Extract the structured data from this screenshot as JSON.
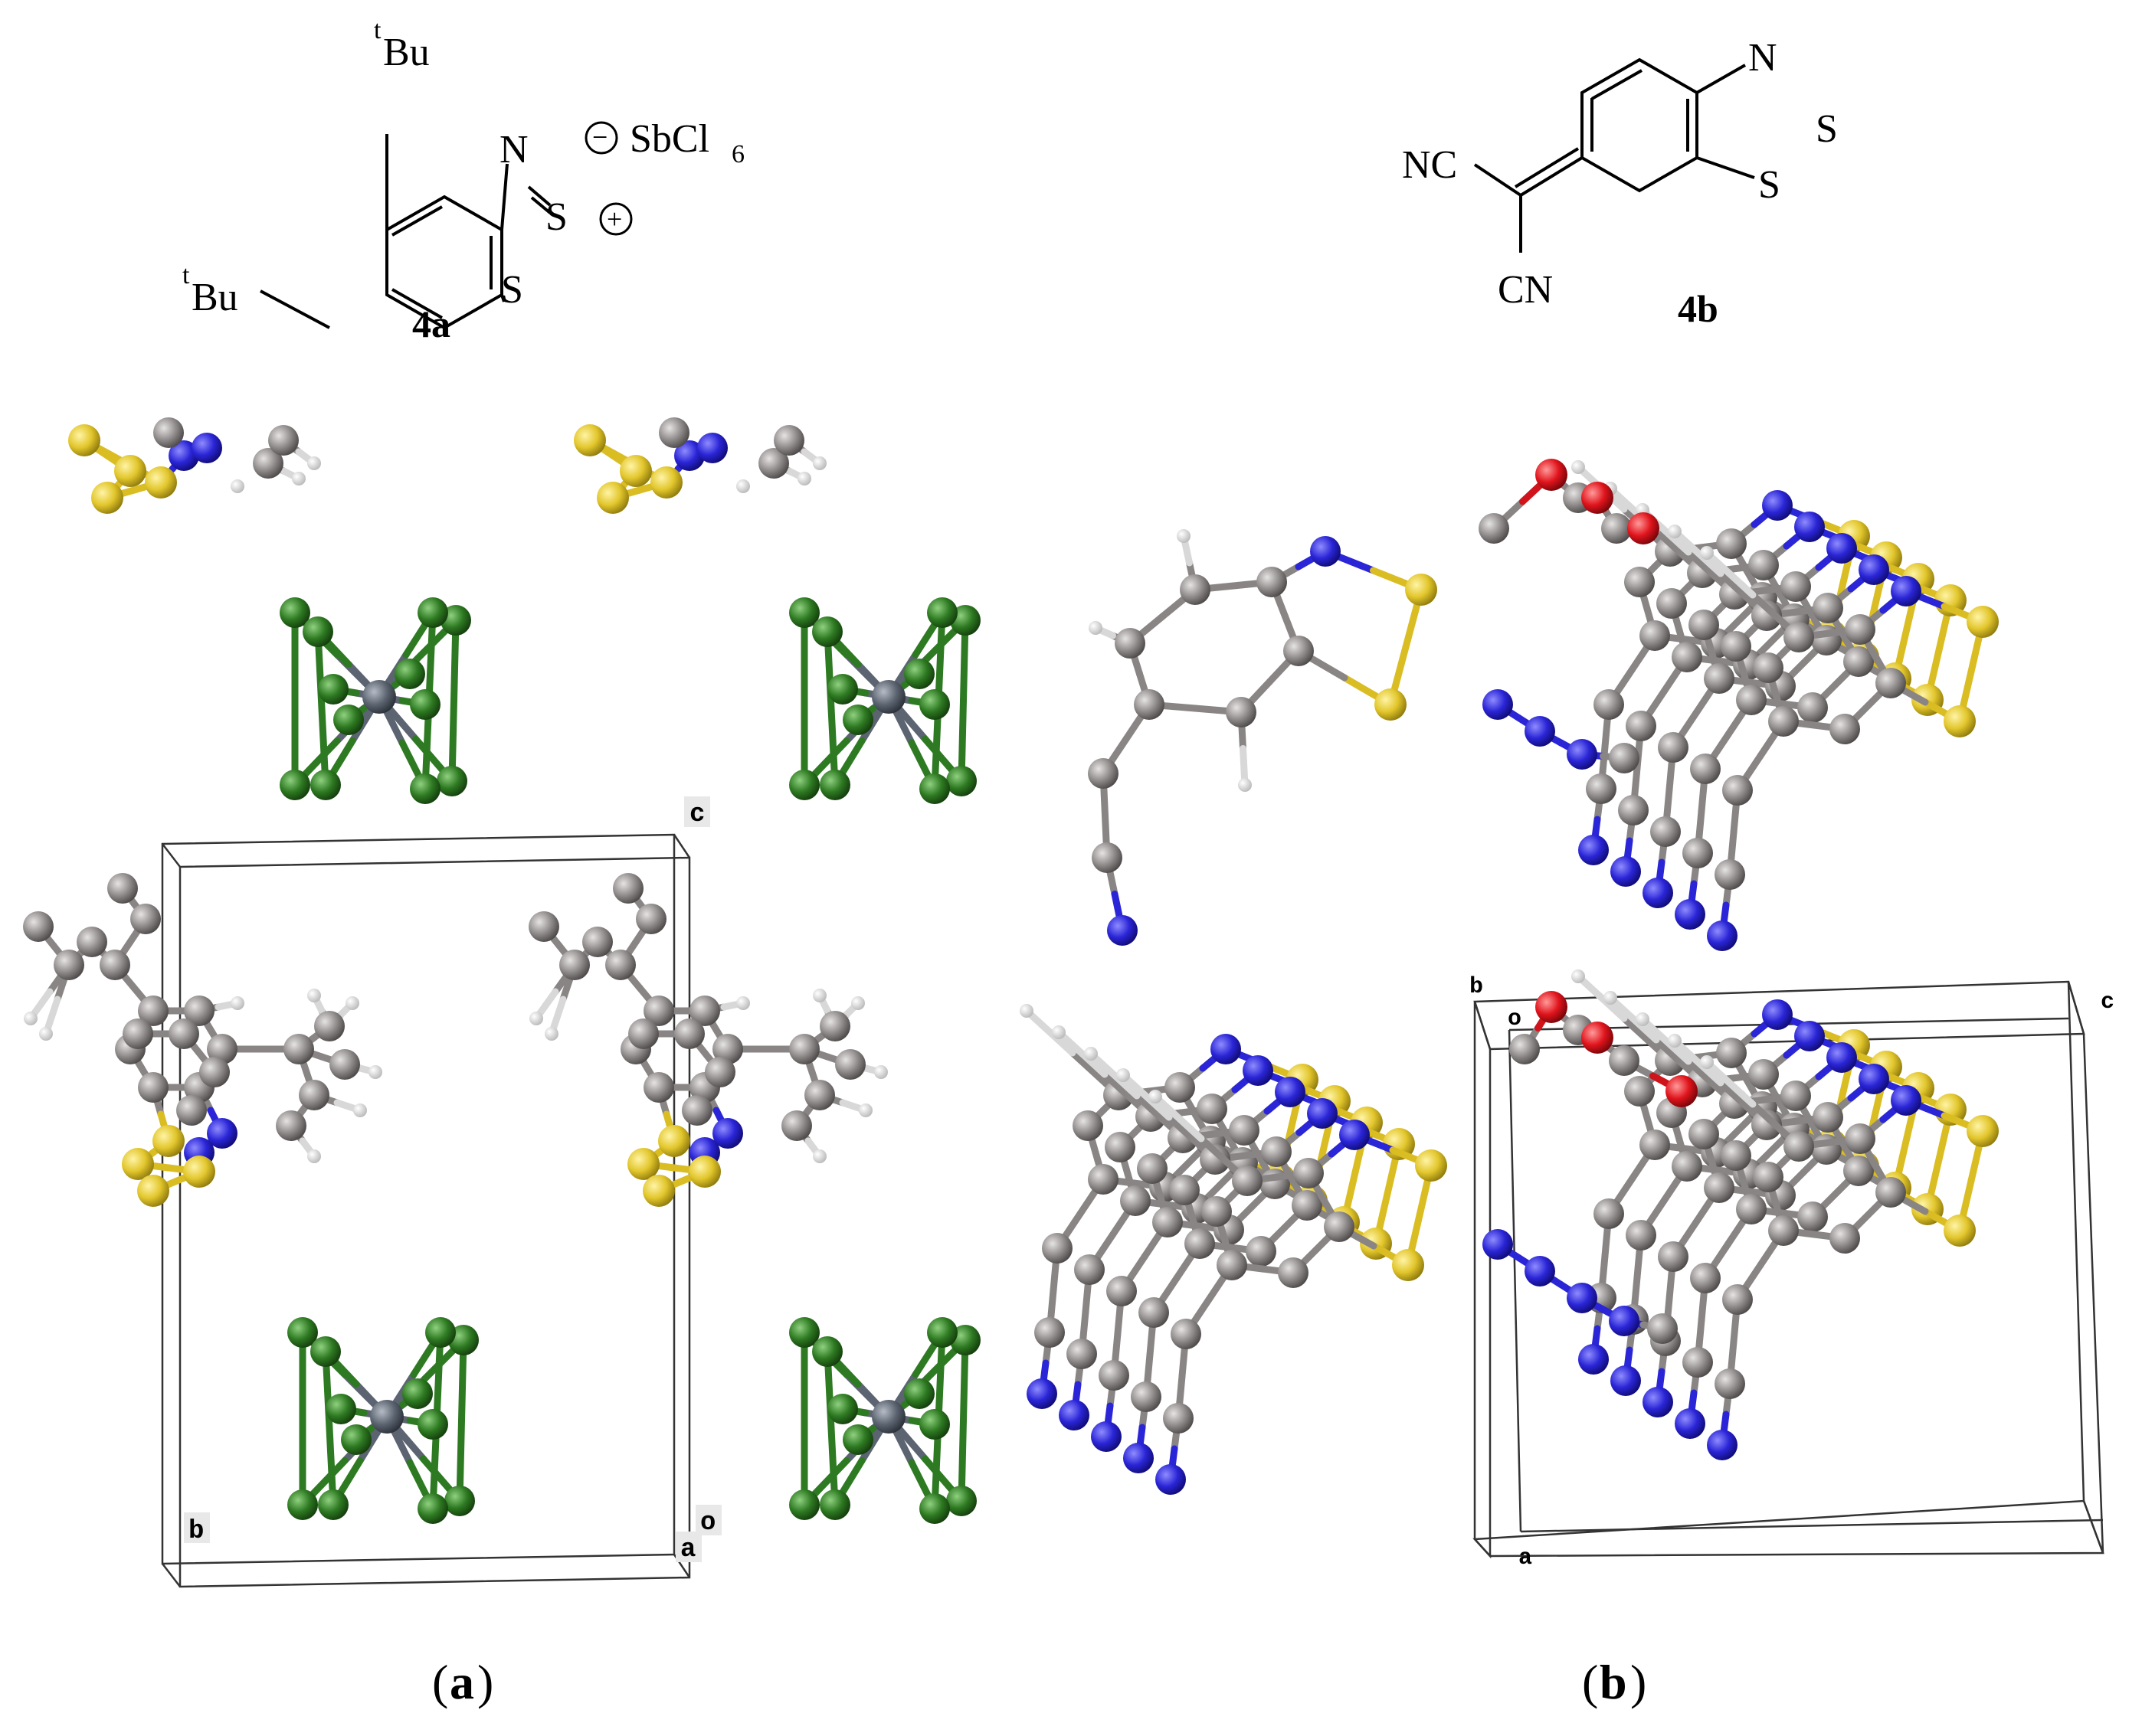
{
  "panel_a": {
    "label_open": "(",
    "label_letter": "a",
    "label_close": ")",
    "compound": {
      "id": "4a",
      "tbu_t": "t",
      "tbu_bu": "Bu",
      "atom_n": "N",
      "atom_s": "S",
      "anion": "SbCl",
      "anion_sub": "6",
      "minus_sign": "−",
      "plus_sign": "+"
    },
    "cell_axes": {
      "c": "c",
      "b": "b",
      "a": "a",
      "o": "o"
    }
  },
  "panel_b": {
    "label_open": "(",
    "label_letter": "b",
    "label_close": ")",
    "compound": {
      "id": "4b",
      "nc": "NC",
      "cn": "CN",
      "atom_n": "N",
      "atom_s": "S"
    },
    "cell_axes": {
      "b": "b",
      "o": "o",
      "c": "c",
      "a": "a"
    }
  },
  "atom_colors": {
    "carbon": "#8f8a8a",
    "hydrogen": "#f2f2f2",
    "nitrogen": "#2a25d6",
    "sulfur": "#e2c62c",
    "chlorine": "#2e7a22",
    "antimony": "#5b6470",
    "oxygen": "#e0141c"
  }
}
